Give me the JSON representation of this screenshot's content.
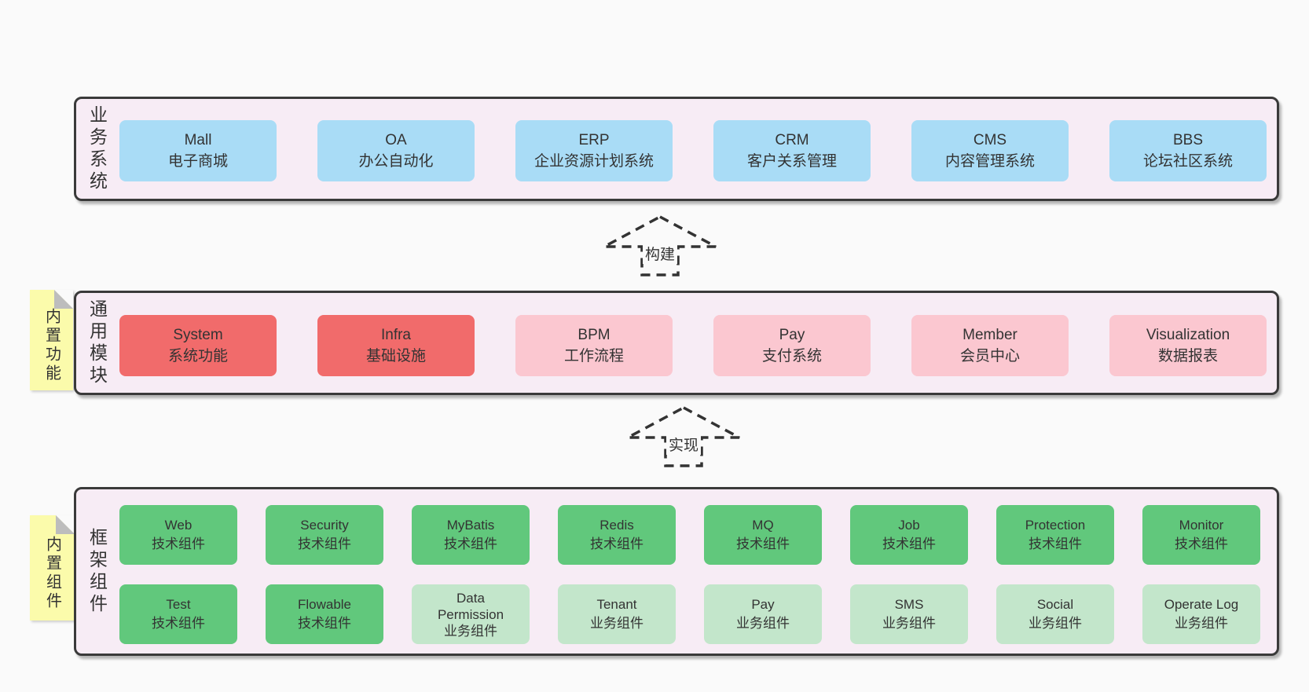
{
  "page": {
    "background": "#FAFAFA"
  },
  "colors": {
    "container_bg": "#F7ECF5",
    "container_border": "#3A3A3A",
    "business_box_blue": "#A9DCF6",
    "core_module_red": "#F16B6B",
    "module_pink": "#FBC7D0",
    "tech_component_green": "#61C87C",
    "biz_component_light_green": "#C3E6CB",
    "sticky_note_yellow": "#FBFBAB",
    "fold_gray": "#BDBDBD",
    "text": "#333333"
  },
  "sections": {
    "business": {
      "label": "业务系统",
      "items": [
        {
          "name": "Mall",
          "subtitle": "电子商城"
        },
        {
          "name": "OA",
          "subtitle": "办公自动化"
        },
        {
          "name": "ERP",
          "subtitle": "企业资源计划系统"
        },
        {
          "name": "CRM",
          "subtitle": "客户关系管理"
        },
        {
          "name": "CMS",
          "subtitle": "内容管理系统"
        },
        {
          "name": "BBS",
          "subtitle": "论坛社区系统"
        }
      ]
    },
    "modules": {
      "label": "通用模块",
      "sticky_note": "内置功能",
      "items": [
        {
          "name": "System",
          "subtitle": "系统功能"
        },
        {
          "name": "Infra",
          "subtitle": "基础设施"
        },
        {
          "name": "BPM",
          "subtitle": "工作流程"
        },
        {
          "name": "Pay",
          "subtitle": "支付系统"
        },
        {
          "name": "Member",
          "subtitle": "会员中心"
        },
        {
          "name": "Visualization",
          "subtitle": "数据报表"
        }
      ]
    },
    "components": {
      "label": "框架组件",
      "sticky_note": "内置组件",
      "row1": [
        {
          "name": "Web",
          "subtitle": "技术组件"
        },
        {
          "name": "Security",
          "subtitle": "技术组件"
        },
        {
          "name": "MyBatis",
          "subtitle": "技术组件"
        },
        {
          "name": "Redis",
          "subtitle": "技术组件"
        },
        {
          "name": "MQ",
          "subtitle": "技术组件"
        },
        {
          "name": "Job",
          "subtitle": "技术组件"
        },
        {
          "name": "Protection",
          "subtitle": "技术组件"
        },
        {
          "name": "Monitor",
          "subtitle": "技术组件"
        }
      ],
      "row2": [
        {
          "name": "Test",
          "subtitle": "技术组件"
        },
        {
          "name": "Flowable",
          "subtitle": "技术组件"
        },
        {
          "name": "Data Permission",
          "subtitle": "业务组件"
        },
        {
          "name": "Tenant",
          "subtitle": "业务组件"
        },
        {
          "name": "Pay",
          "subtitle": "业务组件"
        },
        {
          "name": "SMS",
          "subtitle": "业务组件"
        },
        {
          "name": "Social",
          "subtitle": "业务组件"
        },
        {
          "name": "Operate Log",
          "subtitle": "业务组件"
        }
      ]
    }
  },
  "arrows": [
    {
      "label": "构建"
    },
    {
      "label": "实现"
    }
  ]
}
